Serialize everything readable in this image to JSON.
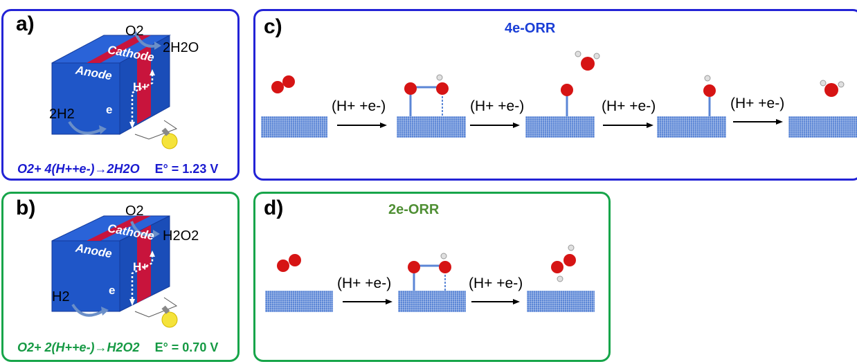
{
  "panel_a": {
    "label": "a)",
    "cathode": "Cathode",
    "anode": "Anode",
    "hplus": "H+",
    "e": "e",
    "o2": "O2",
    "h2o_product": "2H2O",
    "h2_reactant": "2H2",
    "equation": "O2+ 4(H++e-)→2H2O",
    "potential": "E° = 1.23 V"
  },
  "panel_b": {
    "label": "b)",
    "cathode": "Cathode",
    "anode": "Anode",
    "hplus": "H+",
    "e": "e",
    "o2": "O2",
    "h2o2_product": "H2O2",
    "h2_reactant": "H2",
    "equation": "O2+ 2(H++e-)→H2O2",
    "potential": "E° = 0.70 V"
  },
  "panel_c": {
    "label": "c)",
    "title": "4e-ORR",
    "step_label": "(H+ +e-)"
  },
  "panel_d": {
    "label": "d)",
    "title": "2e-ORR",
    "step_label": "(H+ +e-)"
  },
  "colors": {
    "blue_border": "#2323d6",
    "green_border": "#17a54a",
    "blue_text": "#1a1ad0",
    "green_text": "#169a44",
    "title_4e": "#1a3ed6",
    "title_2e": "#4f8f34",
    "surface": "#5b86d6",
    "oxygen": "#d61414",
    "hydrogen": "#e0e0e0"
  }
}
